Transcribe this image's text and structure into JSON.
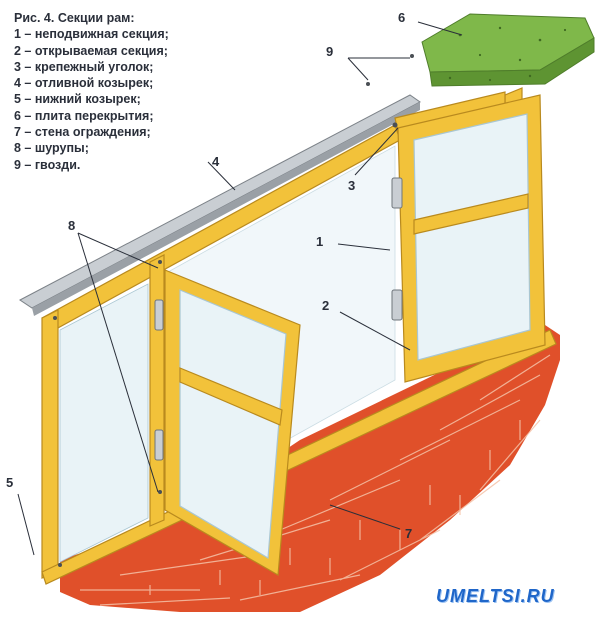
{
  "caption": {
    "title": "Рис. 4. Секции рам:",
    "items": [
      "1 – неподвижная секция;",
      "2 – открываемая секция;",
      "3 – крепежный уголок;",
      "4 – отливной козырек;",
      "5 – нижний козырек;",
      "6 – плита перекрытия;",
      "7 – стена ограждения;",
      "8 – шурупы;",
      "9 – гвозди."
    ]
  },
  "callouts": [
    "1",
    "2",
    "3",
    "4",
    "5",
    "6",
    "7",
    "8",
    "9"
  ],
  "watermark": "UMELTSI.RU",
  "colors": {
    "frame": "#f2c23a",
    "frame_edge": "#b98a1e",
    "glass": "#e9f3f7",
    "brick": "#e0502a",
    "slab": "#7fb84a",
    "metal": "#b9bec4"
  }
}
